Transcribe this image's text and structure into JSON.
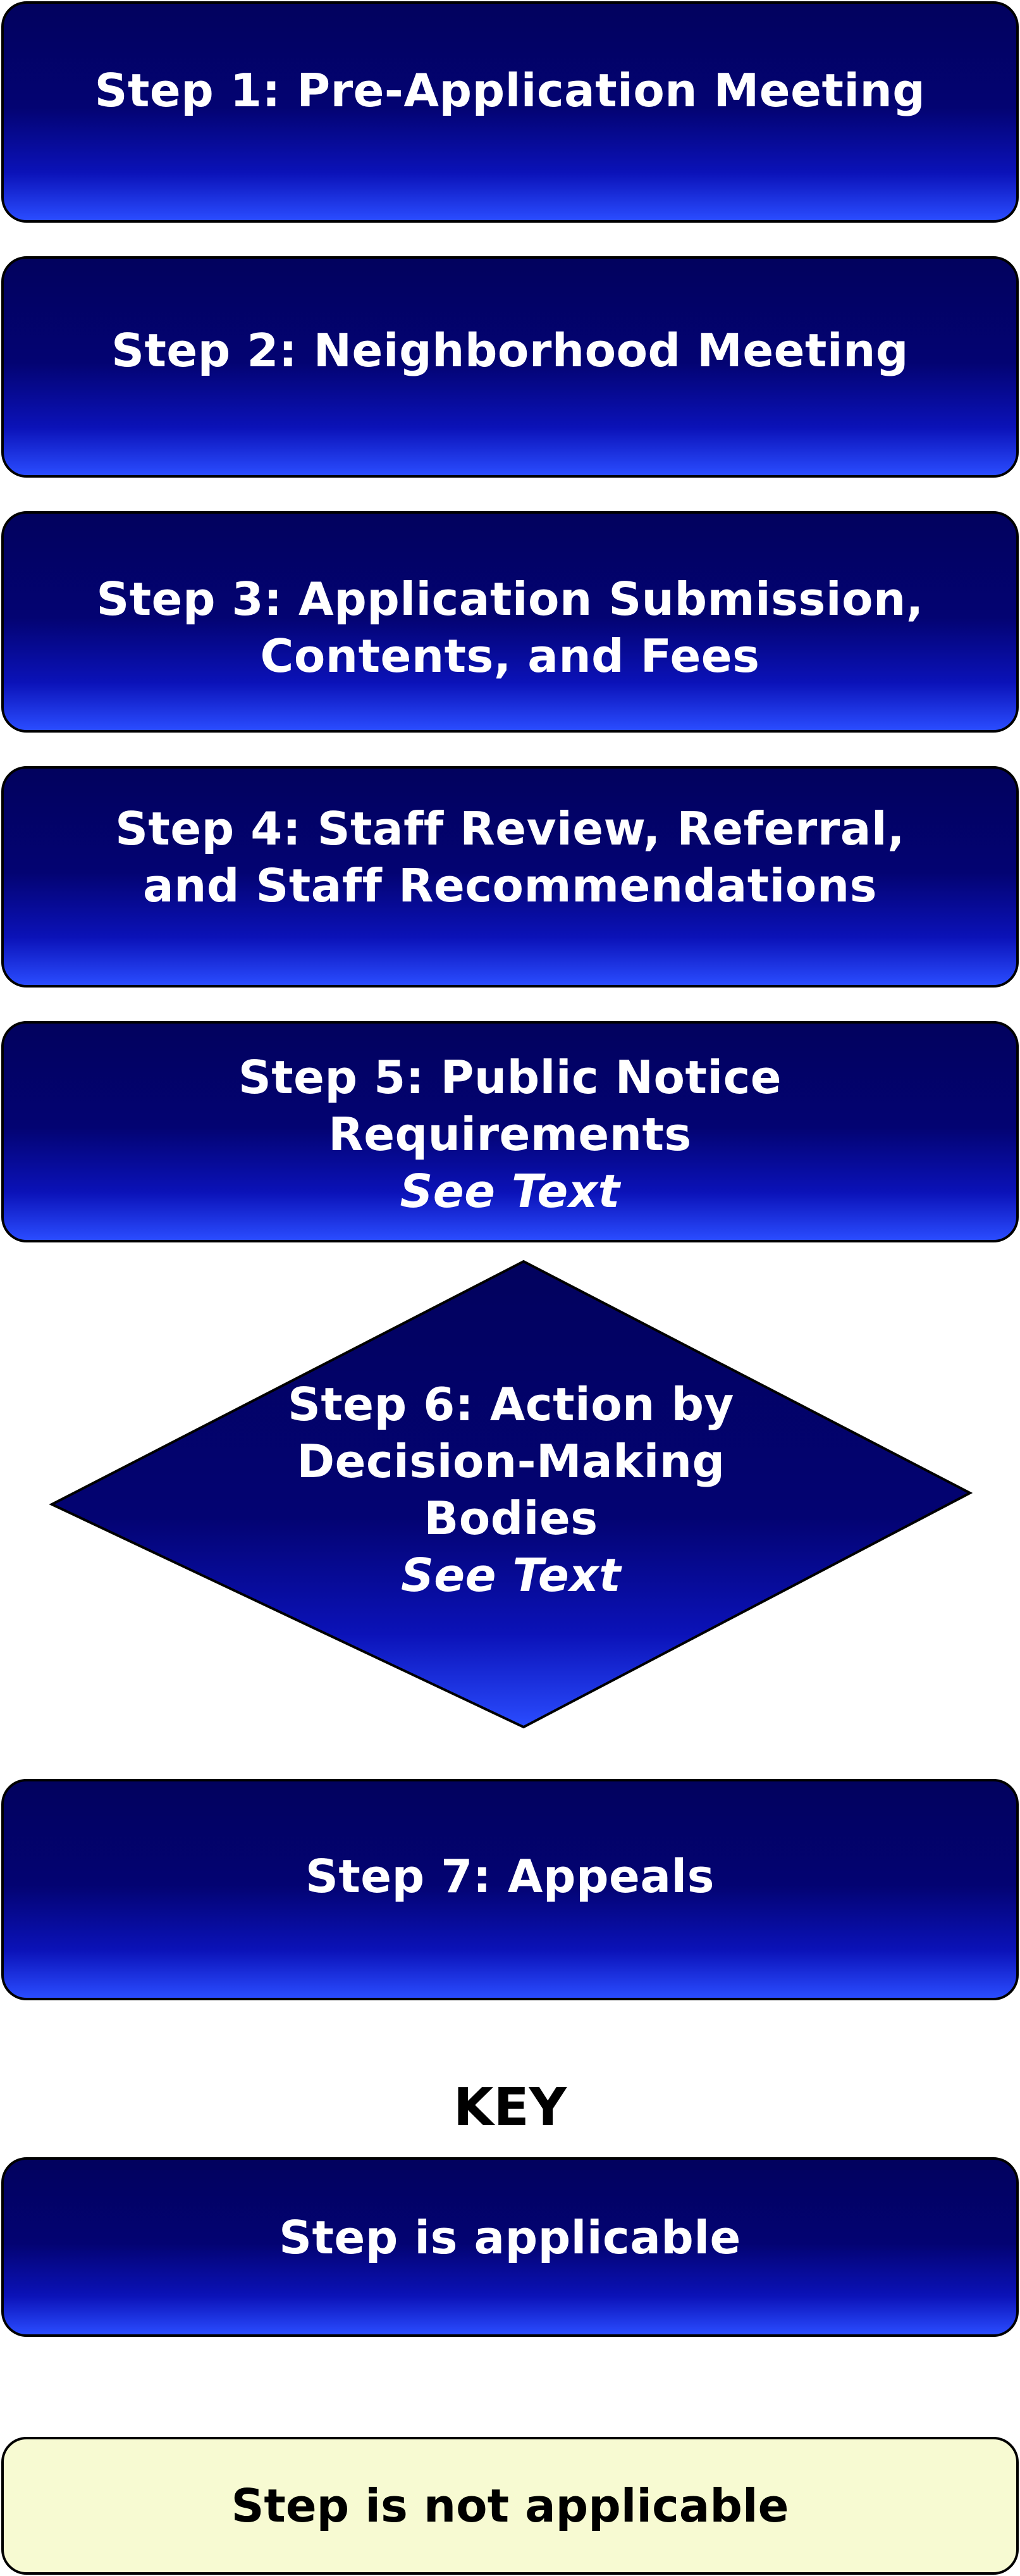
{
  "steps": [
    {
      "lines": [
        "Step 1: Pre-Application Meeting"
      ],
      "note": ""
    },
    {
      "lines": [
        "Step 2: Neighborhood Meeting"
      ],
      "note": ""
    },
    {
      "lines": [
        "Step 3: Application Submission,",
        "Contents, and Fees"
      ],
      "note": ""
    },
    {
      "lines": [
        "Step 4: Staff Review, Referral,",
        "and Staff Recommendations"
      ],
      "note": ""
    },
    {
      "lines": [
        "Step 5: Public Notice",
        "Requirements"
      ],
      "note": "See Text"
    },
    {
      "lines": [
        "Step 6: Action by",
        "Decision-Making",
        "Bodies"
      ],
      "note": "See Text"
    },
    {
      "lines": [
        "Step 7: Appeals"
      ],
      "note": ""
    }
  ],
  "key": {
    "title": "KEY",
    "applicable": "Step is applicable",
    "not_applicable": "Step is not applicable"
  },
  "colors": {
    "step_dark": "#02025e",
    "step_light": "#2a4cff",
    "not_applicable_fill": "#f7fad2",
    "border": "#000000"
  }
}
